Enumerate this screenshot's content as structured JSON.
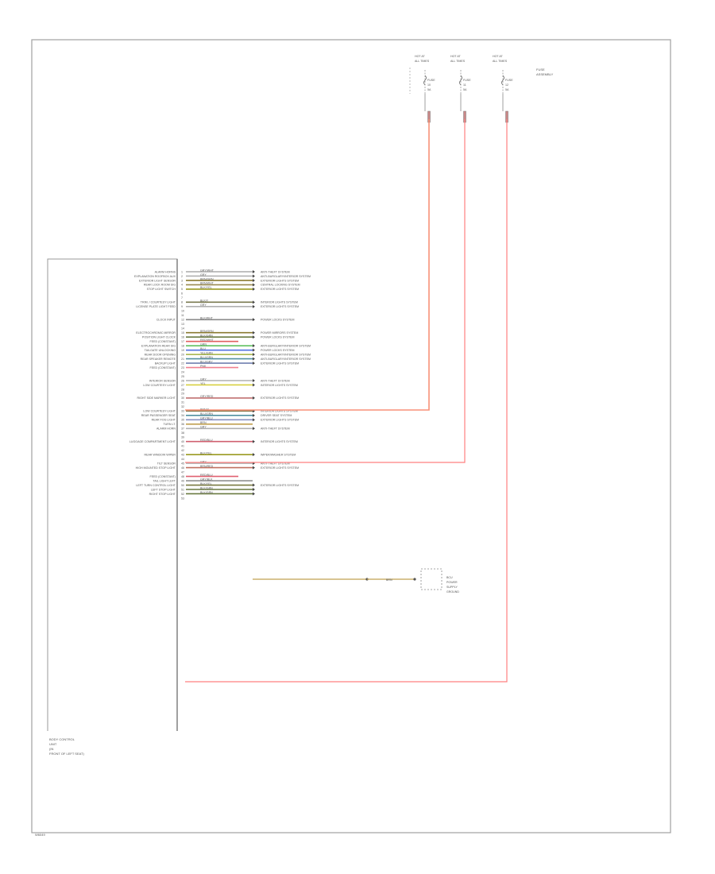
{
  "fuses": [
    {
      "line1": "HOT AT",
      "line2": "ALL TIMES",
      "fuse_label": "FUSE",
      "fuse_no": "10",
      "amps": "5A"
    },
    {
      "line1": "HOT AT",
      "line2": "ALL TIMES",
      "fuse_label": "FUSE",
      "fuse_no": "11",
      "amps": "5A"
    },
    {
      "line1": "HOT AT",
      "line2": "ALL TIMES",
      "fuse_label": "FUSE",
      "fuse_no": "12",
      "amps": "5A"
    }
  ],
  "fuse_assembly_label": [
    "FUSE",
    "ASSEMBLY"
  ],
  "module_label": [
    "BODY CONTROL",
    "UNIT",
    "(IN",
    "FRONT OF LEFT SEAT)"
  ],
  "ground_connector_label": [
    "BCU",
    "POWER",
    "SUPPLY",
    "GROUND"
  ],
  "bottom_tag": "W6049",
  "pins": [
    {
      "num": "1",
      "label": "ALARM HORNS",
      "wire": "GRY/WHT",
      "color": "#aaaaaa",
      "dest": "ANTI-THEFT SYSTEM"
    },
    {
      "num": "2",
      "label": "EXPLANATION ROOFBOX AUX",
      "wire": "GRY",
      "color": "#b0b0b0",
      "dest": "ANTI-BURGLARY/INTERIOR SYSTEM"
    },
    {
      "num": "3",
      "label": "EXTERIOR LIGHT SENSOR",
      "wire": "BRN/GRN",
      "color": "#8a7a30",
      "dest": "EXTERIOR LIGHTS SYSTEM"
    },
    {
      "num": "4",
      "label": "REAR LOCK ROOM SIG",
      "wire": "BRN/WHT",
      "color": "#9a8a50",
      "dest": "CENTRAL LOCKING SYSTEM"
    },
    {
      "num": "5",
      "label": "STOP LIGHT SWITCH",
      "wire": "BLK/YEL",
      "color": "#9a9a20",
      "dest": "EXTERIOR LIGHTS SYSTEM"
    },
    {
      "num": "6",
      "label": "",
      "wire": "",
      "color": "",
      "dest": ""
    },
    {
      "num": "7",
      "label": "",
      "wire": "",
      "color": "",
      "dest": ""
    },
    {
      "num": "8",
      "label": "TRIM. / COURTESY LIGHT",
      "wire": "BLK/Y",
      "color": "#7a7a50",
      "dest": "INTERIOR LIGHTS SYSTEM"
    },
    {
      "num": "9",
      "label": "LICENSE PLATE LIGHT FEED",
      "wire": "GRY",
      "color": "#b0b0b0",
      "dest": "EXTERIOR LIGHTS SYSTEM"
    },
    {
      "num": "10",
      "label": "",
      "wire": "",
      "color": "",
      "dest": ""
    },
    {
      "num": "11",
      "label": "",
      "wire": "",
      "color": "",
      "dest": ""
    },
    {
      "num": "12",
      "label": "CLOCK INPUT",
      "wire": "BLK/WHT",
      "color": "#8a8a8a",
      "dest": "POWER LOCKS SYSTEM"
    },
    {
      "num": "13",
      "label": "",
      "wire": "",
      "color": "",
      "dest": ""
    },
    {
      "num": "14",
      "label": "",
      "wire": "",
      "color": "",
      "dest": ""
    },
    {
      "num": "15",
      "label": "ELECTROCHROMIC MIRROR",
      "wire": "BRN/GRN",
      "color": "#8a7a30",
      "dest": "POWER MIRRORS SYSTEM"
    },
    {
      "num": "16",
      "label": "POSITION LIGHT CLOCK",
      "wire": "BLK/GRN",
      "color": "#6a7a40",
      "dest": "POWER LOCKS SYSTEM"
    },
    {
      "num": "17",
      "label": "FEED (CONSTANT)",
      "wire": "RED/WHT",
      "color": "#e06060",
      "dest": ""
    },
    {
      "num": "18",
      "label": "EXPLANATION REAR SIG",
      "wire": "GRN",
      "color": "#60c060",
      "dest": "ANTI-BURGLARY/INTERIOR SYSTEM"
    },
    {
      "num": "19",
      "label": "TAILGATE UNLOCKING",
      "wire": "BLU",
      "color": "#5070e0",
      "dest": "POWER LOCKS SYSTEM"
    },
    {
      "num": "20",
      "label": "REAR DOOR OPENING",
      "wire": "YEL/GRN",
      "color": "#a0b040",
      "dest": "ANTI-BURGLARY/INTERIOR SYSTEM"
    },
    {
      "num": "21",
      "label": "REAR SPEAKER REMOTE",
      "wire": "BLU/GRN",
      "color": "#5090a0",
      "dest": "ANTI-BURGLARY/INTERIOR SYSTEM"
    },
    {
      "num": "22",
      "label": "BACKUP LIGHT",
      "wire": "BLU/GRY",
      "color": "#7080b0",
      "dest": "EXTERIOR LIGHTS SYSTEM"
    },
    {
      "num": "23",
      "label": "FEED (CONSTANT)",
      "wire": "PNK",
      "color": "#f08090",
      "dest": ""
    },
    {
      "num": "24",
      "label": "",
      "wire": "",
      "color": "",
      "dest": ""
    },
    {
      "num": "25",
      "label": "",
      "wire": "",
      "color": "",
      "dest": ""
    },
    {
      "num": "26",
      "label": "INTERIOR SENSOR",
      "wire": "GRY",
      "color": "#b0b0b0",
      "dest": "ANTI-THEFT SYSTEM"
    },
    {
      "num": "27",
      "label": "LOW COURTESY LIGHT",
      "wire": "YEL",
      "color": "#d8d040",
      "dest": "INTERIOR LIGHTS SYSTEM"
    },
    {
      "num": "28",
      "label": "",
      "wire": "",
      "color": "",
      "dest": ""
    },
    {
      "num": "29",
      "label": "",
      "wire": "",
      "color": "",
      "dest": ""
    },
    {
      "num": "30",
      "label": "RIGHT SIDE MARKER LIGHT",
      "wire": "GRY/RED",
      "color": "#c07070",
      "dest": "EXTERIOR LIGHTS SYSTEM"
    },
    {
      "num": "31",
      "label": "",
      "wire": "",
      "color": "",
      "dest": ""
    },
    {
      "num": "32",
      "label": "",
      "wire": "",
      "color": "",
      "dest": ""
    },
    {
      "num": "33",
      "label": "LOW COURTESY LIGHT",
      "wire": "BRN/Y",
      "color": "#8a7a50",
      "dest": "INTERIOR LIGHTS SYSTEM"
    },
    {
      "num": "34",
      "label": "REAR PASSENGER SEAT",
      "wire": "BLU/GRN",
      "color": "#5090a0",
      "dest": "DRIVER SEAT SYSTEM"
    },
    {
      "num": "35",
      "label": "REAR FOG LIGHT",
      "wire": "GRY/BLU",
      "color": "#8a90c0",
      "dest": "EXTERIOR LIGHTS SYSTEM"
    },
    {
      "num": "36",
      "label": "TURN LT.",
      "wire": "BRN",
      "color": "#c0a050",
      "dest": ""
    },
    {
      "num": "37",
      "label": "ALARM HORN",
      "wire": "GRY",
      "color": "#b0b0b0",
      "dest": "ANTI-THEFT SYSTEM"
    },
    {
      "num": "38",
      "label": "",
      "wire": "",
      "color": "",
      "dest": ""
    },
    {
      "num": "39",
      "label": "",
      "wire": "",
      "color": "",
      "dest": ""
    },
    {
      "num": "40",
      "label": "LUGGAGE COMPARTMENT LIGHT",
      "wire": "RED/BLU",
      "color": "#d06070",
      "dest": "INTERIOR LIGHTS SYSTEM"
    },
    {
      "num": "41",
      "label": "",
      "wire": "",
      "color": "",
      "dest": ""
    },
    {
      "num": "42",
      "label": "",
      "wire": "",
      "color": "",
      "dest": ""
    },
    {
      "num": "43",
      "label": "REAR WINDOW WIPER",
      "wire": "BLK/YEL",
      "color": "#9a9a20",
      "dest": "WIPER/WASHER SYSTEM"
    },
    {
      "num": "44",
      "label": "",
      "wire": "",
      "color": "",
      "dest": ""
    },
    {
      "num": "45",
      "label": "TILT SENSOR",
      "wire": "GRY",
      "color": "#b0b0b0",
      "dest": "ANTI-THEFT SYSTEM"
    },
    {
      "num": "46",
      "label": "HIGH MOUNTED STOP LIGHT",
      "wire": "BRN/RED",
      "color": "#c07060",
      "dest": "EXTERIOR LIGHTS SYSTEM"
    },
    {
      "num": "47",
      "label": "",
      "wire": "",
      "color": "",
      "dest": ""
    },
    {
      "num": "48",
      "label": "FEED (CONSTANT)",
      "wire": "RED/BLU",
      "color": "#e06070",
      "dest": ""
    },
    {
      "num": "49",
      "label": "TAIL LIGHT LEFT",
      "wire": "GRY/BLK",
      "color": "#909090",
      "dest": ""
    },
    {
      "num": "50",
      "label": "LEFT TURN CONTROL LIGHT",
      "wire": "BLK/YEL",
      "color": "#7a7a40",
      "dest": "EXTERIOR LIGHTS SYSTEM"
    },
    {
      "num": "51",
      "label": "LEFT STOP LIGHT",
      "wire": "BLK/GRN",
      "color": "#6a7a40",
      "dest": ""
    },
    {
      "num": "52",
      "label": "RIGHT STOP LIGHT",
      "wire": "BLK/GRN",
      "color": "#6a7a40",
      "dest": ""
    },
    {
      "num": "53",
      "label": "",
      "wire": "",
      "color": "",
      "dest": ""
    }
  ],
  "ground_wire": "BRN",
  "colors": {
    "frame": "#aaaaaa",
    "feed_line": "#ff7f7f",
    "feed_line_orange": "#f2a070"
  }
}
